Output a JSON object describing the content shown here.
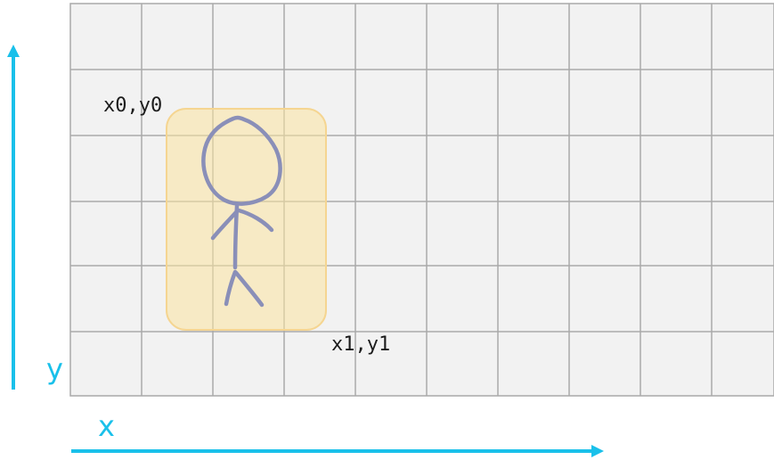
{
  "labels": {
    "top_left_corner": "x0,y0",
    "bottom_right_corner": "x1,y1",
    "x_axis": "x",
    "y_axis": "y"
  },
  "colors": {
    "axis": "#19c0ea",
    "grid_fill": "#f2f2f2",
    "grid_line": "#a9a9a9",
    "box_fill": "#fbe9b6",
    "box_stroke": "#f5d591",
    "figure_stroke": "#8a8fb8",
    "text": "#1c1c1c"
  },
  "icons": {
    "figure": "stick-figure-icon"
  }
}
